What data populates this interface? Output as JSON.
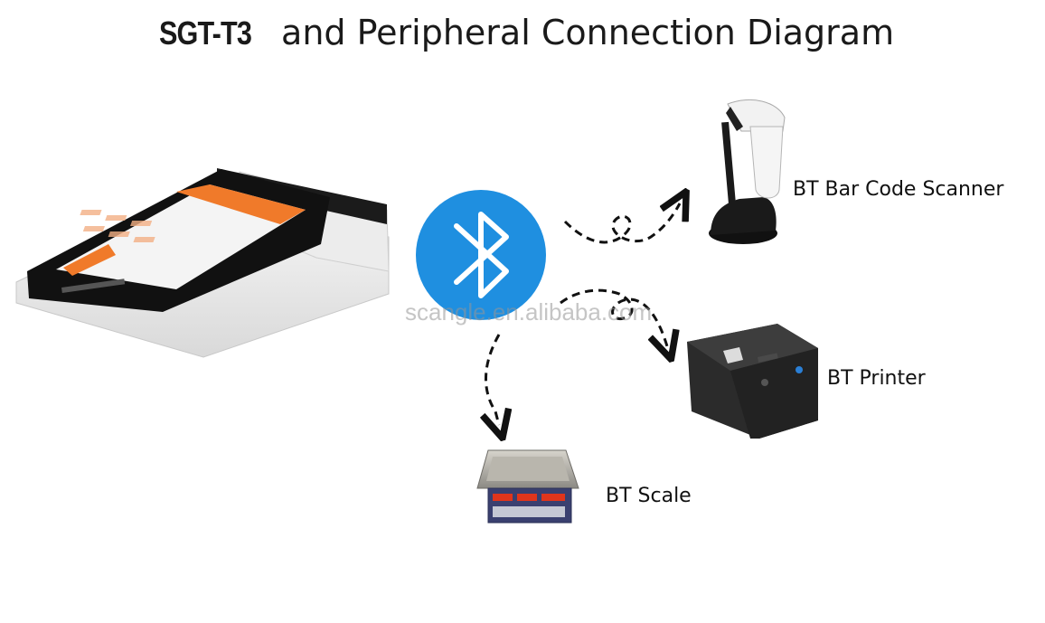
{
  "title": {
    "model": "SGT-T3",
    "text": "and Peripheral Connection Diagram"
  },
  "watermark": "scangle.en.alibaba.com",
  "peripherals": [
    {
      "id": "scanner",
      "label": "BT Bar Code Scanner"
    },
    {
      "id": "printer",
      "label": "BT Printer"
    },
    {
      "id": "scale",
      "label": "BT Scale"
    }
  ],
  "colors": {
    "bluetooth": "#1f8fe0",
    "pos_orange": "#f07a2a",
    "printer_body": "#2b2b2b"
  },
  "icons": [
    "bluetooth-icon",
    "pos-terminal-icon",
    "barcode-scanner-icon",
    "thermal-printer-icon",
    "digital-scale-icon"
  ]
}
